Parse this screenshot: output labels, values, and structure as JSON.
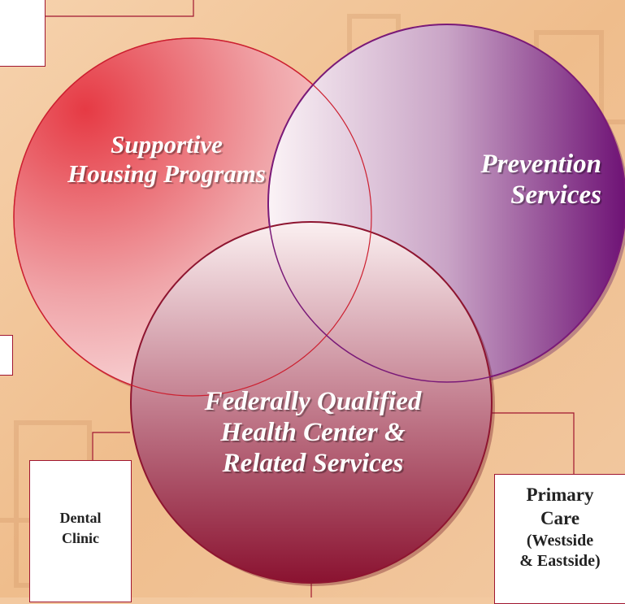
{
  "circles": {
    "supportive_housing": {
      "label": "Supportive Housing Programs",
      "color": "#e8454f"
    },
    "prevention": {
      "label": "Prevention Services",
      "color": "#7a1a78"
    },
    "fqhc": {
      "label": "Federally Qualified Health Center & Related Services",
      "color": "#8e1530"
    }
  },
  "boxes": {
    "dental": {
      "label": "Dental Clinic"
    },
    "primary_care": {
      "line1": "Primary",
      "line2": "Care",
      "line3": "(Westside",
      "line4": "& Eastside)"
    }
  },
  "colors": {
    "background": "#f3c9a0",
    "connector": "#a01630"
  }
}
